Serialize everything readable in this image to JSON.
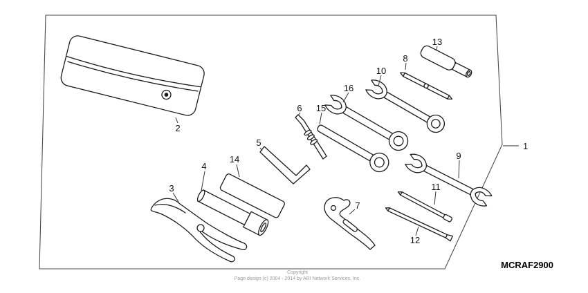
{
  "figure": {
    "part_code": "MCRAF2900",
    "copyright_line1": "Copyright",
    "copyright_line2": "Page design (c) 2004 - 2014 by ARI Network Services, Inc.",
    "callouts": {
      "c1": "1",
      "c2": "2",
      "c3": "3",
      "c4": "4",
      "c5": "5",
      "c6": "6",
      "c7": "7",
      "c8": "8",
      "c9": "9",
      "c10": "10",
      "c11": "11",
      "c12": "12",
      "c13": "13",
      "c14": "14",
      "c15": "15",
      "c16": "16"
    }
  }
}
